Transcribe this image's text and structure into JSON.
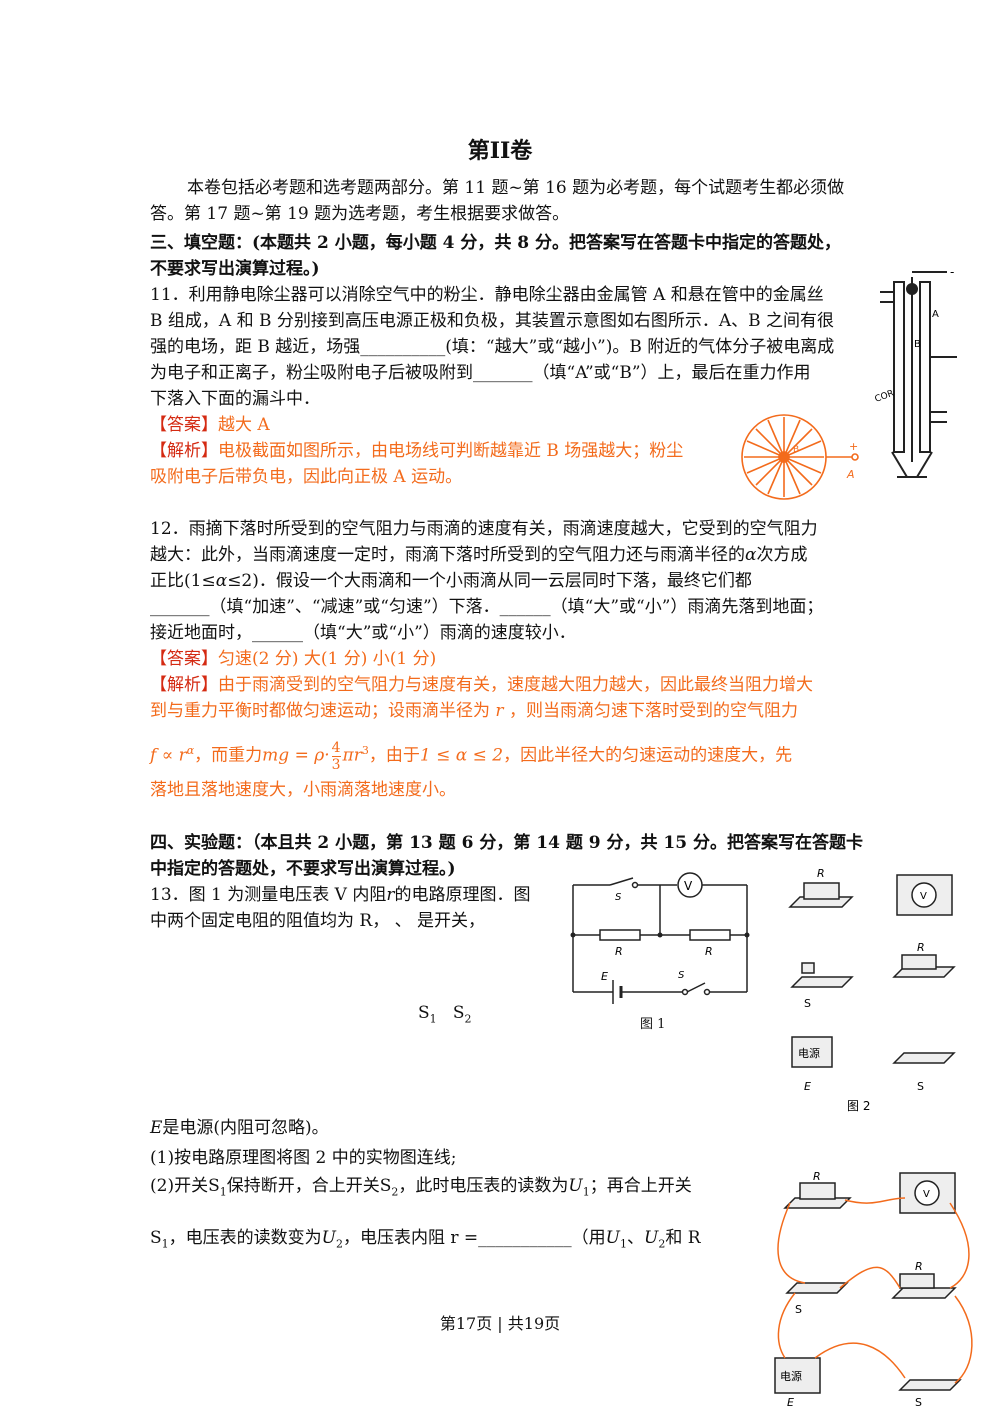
{
  "title": "第II卷",
  "intro": [
    "本卷包括必考题和选考题两部分。第 11 题~第 16 题为必考题，每个试题考生都必须做",
    "答。第 17 题~第 19 题为选考题，考生根据要求做答。"
  ],
  "section3": [
    "三、填空题：(本题共 2 小题，每小题 4 分，共 8 分。把答案写在答题卡中指定的答题处，",
    "不要求写出演算过程。)"
  ],
  "q11": {
    "lines": [
      "11．利用静电除尘器可以消除空气中的粉尘．静电除尘器由金属管 A 和悬在管中的金属丝",
      "B 组成，A 和 B 分别接到高压电源正极和负极，其装置示意图如右图所示．A、B 之间有很",
      "强的电场，距 B 越近，场强__________(填：“越大”或“越小”)。B 附近的气体分子被电离成",
      "为电子和正离子，粉尘吸附电子后被吸附到_______（填“A”或“B”）上，最后在重力作用",
      "下落入下面的漏斗中．"
    ],
    "answer_tag": "【答案】",
    "answer": "越大  A",
    "analysis_tag": "【解析】",
    "analysis": [
      "电极截面如图所示，由电场线可判断越靠近 B 场强越大；粉尘",
      "吸附电子后带负电，因此向正极 A 运动。"
    ],
    "fig_labels": {
      "cor": "COR",
      "a": "A",
      "b": "B",
      "plus": "+",
      "minus": "-"
    }
  },
  "q12": {
    "lines": [
      "12．雨摘下落时所受到的空气阻力与雨滴的速度有关，雨滴速度越大，它受到的空气阻力",
      "越大：此外，当雨滴速度一定时，雨滴下落时所受到的空气阻力还与雨滴半径的",
      "次方成",
      "正比(1≤",
      "≤2)．假设一个大雨滴和一个小雨滴从同一云层同时下落，最终它们都",
      "_______（填“加速”、“减速”或“匀速”）下落．______（填“大”或“小”）雨滴先落到地面；",
      "接近地面时，______（填“大”或“小”）雨滴的速度较小．"
    ],
    "alpha": "α",
    "answer_tag": "【答案】",
    "answer": "匀速(2 分)  大(1 分)  小(1 分)",
    "analysis_tag": "【解析】",
    "analysis": [
      "由于雨滴受到的空气阻力与速度有关，速度越大阻力越大，因此最终当阻力增大",
      "到与重力平衡时都做匀速运动；设雨滴半径为",
      "，则当雨滴匀速下落时受到的空气阻力",
      "，而重力",
      "，由于",
      "，因此半径大的匀速运动的速度大，先",
      "落地且落地速度大，小雨滴落地速度小。"
    ],
    "r": "r",
    "formula1": "f ∝ r",
    "formula1_sup": "α",
    "formula2": "mg = ρ·",
    "frac_num": "4",
    "frac_den": "3",
    "formula2_tail": "πr",
    "formula2_sup": "3",
    "formula3": "1 ≤ α ≤ 2"
  },
  "section4": [
    "四、实验题：（本且共 2 小题，第 13 题 6 分，第 14 题 9 分，共 15 分。把答案写在答题卡",
    "中指定的答题处，不要求写出演算过程。)"
  ],
  "q13": {
    "lines": [
      "13．图 1 为测量电压表 V 内阻",
      "的电路原理图．图",
      "中两个固定电阻的阻值均为 R，     、     是开关，"
    ],
    "r": "r",
    "s1": "S",
    "s1_sub": "1",
    "s2": "S",
    "s2_sub": "2",
    "e_line": "是电源(内阻可忽略)。",
    "e": "E",
    "part1": "(1)按电路原理图将图 2 中的实物图连线;",
    "part2_a": "(2)开关",
    "part2_b": "保持断开，合上开关",
    "part2_c": "，此时电压表的读数为",
    "part2_d": "；再合上开关",
    "part2_e": "，电压表的读数变为",
    "part2_f": "，电压表内阻 r =___________（用",
    "part2_g": "、",
    "part2_h": "和 R",
    "u": "U",
    "u1": "1",
    "u2": "2",
    "fig1_caption": "图 1",
    "fig2_caption": "图 2",
    "fig_labels": {
      "R": "R",
      "V": "V",
      "E": "E",
      "S1": "S",
      "S2": "S",
      "source": "电源"
    }
  },
  "footer": "第17页 | 共19页"
}
